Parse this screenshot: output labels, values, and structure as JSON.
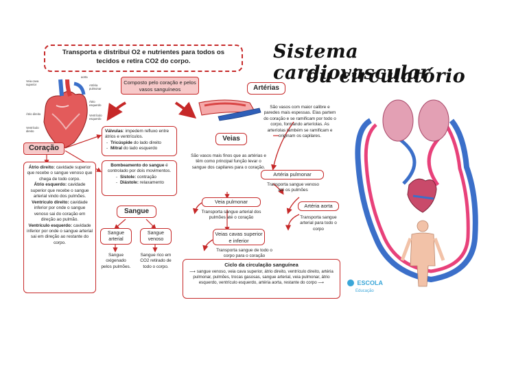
{
  "header_box": "Transporta e distribui O2 e nutrientes para todos os tecidos e retira CO2 do corpo.",
  "title_line1": "Sistema cardiovascular",
  "title_line2": "ou circulatório",
  "composto": "Composto pelo coração e pelos vasos sanguíneos",
  "heart_labels": {
    "veia_cava_superior": "Veia cava superior",
    "aorta": "aorta",
    "arteria_pulmonar": "Artéria pulmonar",
    "atrio_esquerdo": "Átrio esquerdo",
    "atrio_direito": "Átrio direito",
    "ventriculo_esquerdo": "Ventrículo esquerdo",
    "ventriculo_direito": "Ventrículo direito"
  },
  "coracao": {
    "label": "Coração",
    "atrio_direito_t": "Átrio direito:",
    "atrio_direito": " cavidade superior que recebe o sangue venoso que chega de todo corpo.",
    "atrio_esquerdo_t": "Átrio esquerdo:",
    "atrio_esquerdo": " cavidade superior que recebe o sangue arterial vindo dos pulmões.",
    "ventriculo_direito_t": "Ventrículo direito:",
    "ventriculo_direito": " cavidade inferior por onde o sangue venoso sai do coração em direção ao pulmão.",
    "ventriculo_esquerdo_t": "Ventrículo esquerdo:",
    "ventriculo_esquerdo": " cavidade inferior por onde o sangue arterial sai em direção ao restante do corpo."
  },
  "valvulas": {
    "title": "Válvulas",
    "text": ": impedem refluxo entre átrios e ventrículos.",
    "tricuspide_t": "Tricúspide",
    "tricuspide": " do lado direito",
    "mitral_t": "Mitral",
    "mitral": " do lado esquerdo"
  },
  "bombeamento": {
    "title": "Bombeamento do sangue",
    "text": " é controlado por dois movimentos.",
    "sistole_t": "Sístole:",
    "sistole": " contração",
    "diastole_t": "Diástole:",
    "diastole": " relaxamento"
  },
  "sangue": {
    "label": "Sangue",
    "arterial_label": "Sangue arterial",
    "arterial_text": "Sangue oxigenado pelos pulmões.",
    "venoso_label": "Sangue venoso",
    "venoso_text": "Sangue rico em CO2 retirado de todo o corpo."
  },
  "veias": {
    "label": "Veias",
    "text": "São vasos mais finos que as artérias e têm como principal função levar o sangue dos capilares para o coração."
  },
  "arterias": {
    "label": "Artérias",
    "text": "São vasos com maior calibre e paredes mais espessas. Elas partem do coração e se ramificam por todo o corpo, formando arteríolas. As arteríolas também se ramificam e originam os capilares."
  },
  "arteria_pulmonar": {
    "label": "Artéria pulmonar",
    "text": "Transporta sangue venoso até os pulmões"
  },
  "arteria_aorta": {
    "label": "Artéria aorta",
    "text": "Transporta sangue arterial para todo o corpo"
  },
  "veia_pulmonar": {
    "label": "Veia pulmonar",
    "text": "Transporta sangue arterial dos pulmões até o coração"
  },
  "veias_cavas": {
    "label": "Veias cavas superior e inferior",
    "text": "Transporta sangue de todo o corpo para o coração"
  },
  "ciclo": {
    "title": "Ciclo da circulação sanguínea",
    "text": "sangue venoso, veia cava superior, átrio direito, ventrículo direito, artéria pulmonar, pulmões, trocas gasosas, sangue arterial, veia pulmonar, átrio esquerdo, ventrículo esquerdo, artéria aorta, restante do corpo"
  },
  "logo": {
    "line1": "ESCOLA",
    "line2": "Educação"
  },
  "colors": {
    "red": "#c62828",
    "pink_fill": "#f7c9c9",
    "artery": "#e8417a",
    "vein": "#3b6fc9"
  }
}
